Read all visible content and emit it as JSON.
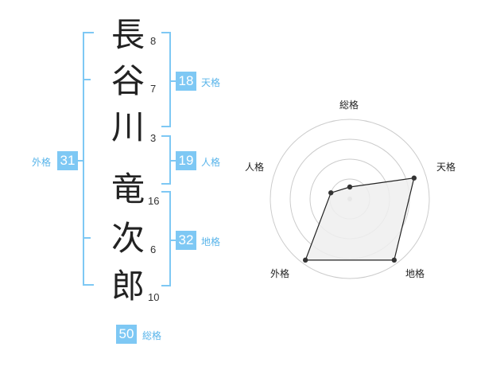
{
  "colors": {
    "accent": "#7ec8f4",
    "accent_text": "#58b4ea",
    "radar_fill": "#eeeeee",
    "radar_line": "#222222",
    "grid": "#cccccc"
  },
  "name": {
    "characters": [
      {
        "char": "長",
        "strokes": "8"
      },
      {
        "char": "谷",
        "strokes": "7"
      },
      {
        "char": "川",
        "strokes": "3"
      },
      {
        "char": "竜",
        "strokes": "16"
      },
      {
        "char": "次",
        "strokes": "6"
      },
      {
        "char": "郎",
        "strokes": "10"
      }
    ]
  },
  "kaku": {
    "tenkaku": {
      "label": "天格",
      "value": "18"
    },
    "jinkaku": {
      "label": "人格",
      "value": "19"
    },
    "chikaku": {
      "label": "地格",
      "value": "32"
    },
    "gaikaku": {
      "label": "外格",
      "value": "31"
    },
    "soukaku": {
      "label": "総格",
      "value": "50"
    }
  },
  "chart_data": {
    "type": "radar",
    "axes": [
      "総格",
      "天格",
      "地格",
      "外格",
      "人格"
    ],
    "values": [
      0.15,
      0.85,
      0.95,
      0.95,
      0.25
    ],
    "rings": 4
  }
}
